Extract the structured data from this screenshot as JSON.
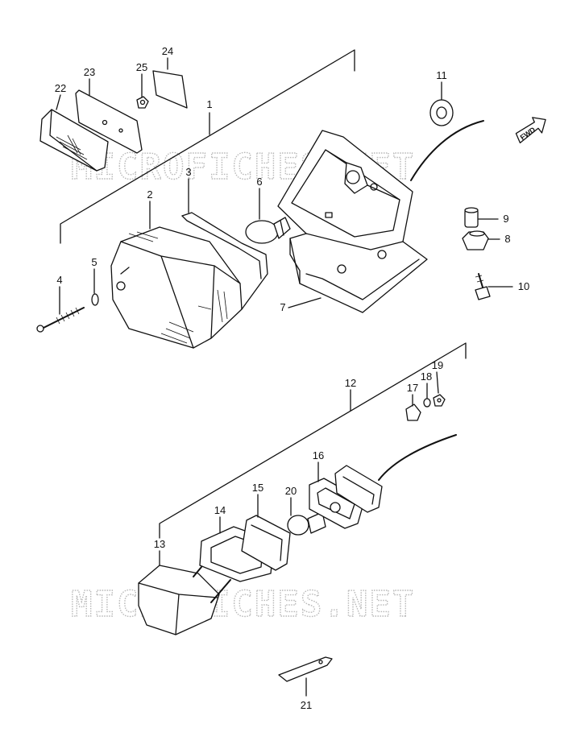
{
  "watermark": {
    "text": "MICROFICHES.NET"
  },
  "direction_marker": {
    "text": "FWD"
  },
  "callouts": [
    {
      "id": "1",
      "label": "1"
    },
    {
      "id": "2",
      "label": "2"
    },
    {
      "id": "3",
      "label": "3"
    },
    {
      "id": "4",
      "label": "4"
    },
    {
      "id": "5",
      "label": "5"
    },
    {
      "id": "6",
      "label": "6"
    },
    {
      "id": "7",
      "label": "7"
    },
    {
      "id": "8",
      "label": "8"
    },
    {
      "id": "9",
      "label": "9"
    },
    {
      "id": "10",
      "label": "10"
    },
    {
      "id": "11",
      "label": "11"
    },
    {
      "id": "12",
      "label": "12"
    },
    {
      "id": "13",
      "label": "13"
    },
    {
      "id": "14",
      "label": "14"
    },
    {
      "id": "15",
      "label": "15"
    },
    {
      "id": "16",
      "label": "16"
    },
    {
      "id": "17",
      "label": "17"
    },
    {
      "id": "18",
      "label": "18"
    },
    {
      "id": "19",
      "label": "19"
    },
    {
      "id": "20",
      "label": "20"
    },
    {
      "id": "21",
      "label": "21"
    },
    {
      "id": "22",
      "label": "22"
    },
    {
      "id": "23",
      "label": "23"
    },
    {
      "id": "24",
      "label": "24"
    },
    {
      "id": "25",
      "label": "25"
    }
  ]
}
